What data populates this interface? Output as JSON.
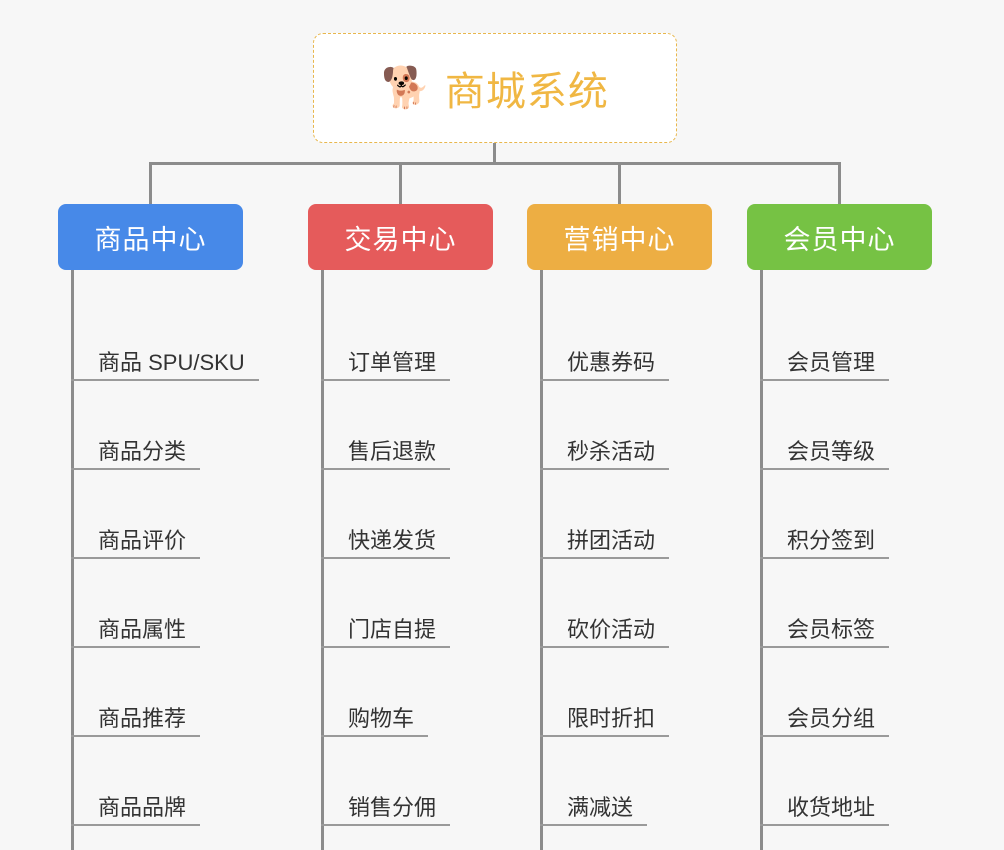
{
  "root": {
    "icon": "shiba-dog-icon",
    "emoji": "🐕",
    "title": "商城系统",
    "title_color": "#f0b743",
    "border_color": "#e8b74d"
  },
  "connector_color": "#8c8c8c",
  "background_color": "#f7f7f7",
  "branches": [
    {
      "label": "商品中心",
      "color": "#4789e8",
      "items": [
        "商品 SPU/SKU",
        "商品分类",
        "商品评价",
        "商品属性",
        "商品推荐",
        "商品品牌"
      ]
    },
    {
      "label": "交易中心",
      "color": "#e55b5b",
      "items": [
        "订单管理",
        "售后退款",
        "快递发货",
        "门店自提",
        "购物车",
        "销售分佣"
      ]
    },
    {
      "label": "营销中心",
      "color": "#edae43",
      "items": [
        "优惠券码",
        "秒杀活动",
        "拼团活动",
        "砍价活动",
        "限时折扣",
        "满减送"
      ]
    },
    {
      "label": "会员中心",
      "color": "#76c244",
      "items": [
        "会员管理",
        "会员等级",
        "积分签到",
        "会员标签",
        "会员分组",
        "收货地址"
      ]
    }
  ]
}
